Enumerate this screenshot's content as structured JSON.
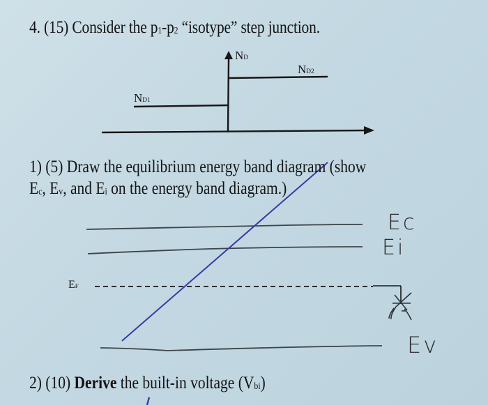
{
  "problem": {
    "number": "4.",
    "points": "(15)",
    "statement_pre": "Consider the p",
    "sub1": "1",
    "dash": "-p",
    "sub2": "2",
    "statement_post": " “isotype” step junction."
  },
  "doping_diagram": {
    "y_axis_label": "N",
    "y_axis_sub": "D",
    "level_right_label": "N",
    "level_right_sub": "D2",
    "level_left_label": "N",
    "level_left_sub": "D1"
  },
  "part1": {
    "line1": "1) (5) Draw the equilibrium energy band diagram (show",
    "line2_pre": "E",
    "line2_c": "c",
    "line2_mid1": ", E",
    "line2_v": "v",
    "line2_mid2": ", and E",
    "line2_i": "i",
    "line2_post": " on the energy band diagram.)"
  },
  "band_diagram": {
    "fermi_label": "E",
    "fermi_sub": "F",
    "handwritten_labels": {
      "ec": "Ec",
      "ei": "Ei",
      "ev": "Ev"
    }
  },
  "part2": {
    "pre": "2) (10) ",
    "bold": "Derive",
    "post": " the built-in voltage (V",
    "sub": "bi",
    "close": ")"
  },
  "colors": {
    "paper": "#c6dae3",
    "ink": "#141414",
    "pencil": "#3c4448",
    "blue_pen": "#3a3aa8"
  }
}
